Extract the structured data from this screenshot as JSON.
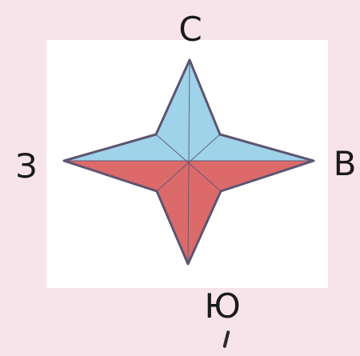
{
  "directions": {
    "north": "С",
    "south": "Ю",
    "west": "З",
    "east": "В"
  },
  "colors": {
    "page_background": "#f7e3ea",
    "panel_background": "#ffffff",
    "north_half": "#9fd3ea",
    "south_half": "#dc6a6b",
    "outline": "#5d5570"
  }
}
